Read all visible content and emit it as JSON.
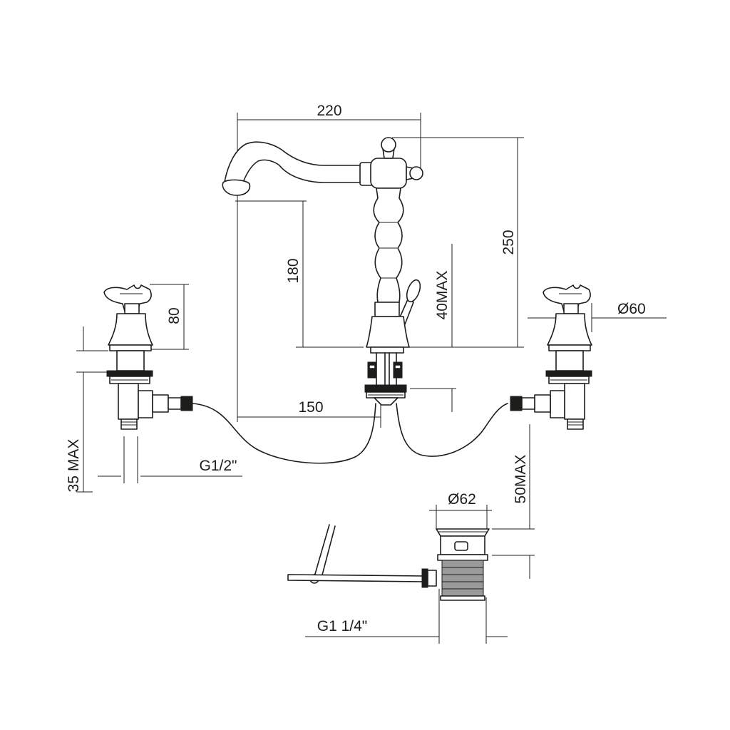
{
  "dimensions": {
    "spout_reach": "220",
    "total_height": "250",
    "spout_height": "180",
    "lever_max": "40MAX",
    "tap_height": "80",
    "handle_diameter": "Ø60",
    "spacing": "150",
    "inlet_thread": "G1/2\"",
    "deck_thickness_left": "35 MAX",
    "deck_thickness_waste": "50MAX",
    "waste_diameter": "Ø62",
    "waste_thread": "G1 1/4\""
  }
}
